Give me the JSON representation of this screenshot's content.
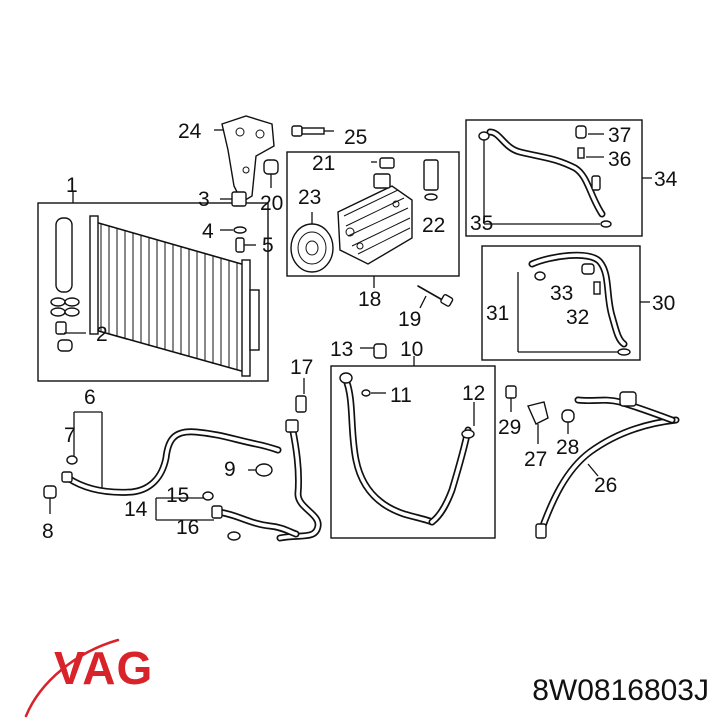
{
  "brand": {
    "name": "VAG",
    "color": "#d9232a"
  },
  "part_number": "8W0816803J",
  "labels": {
    "l1": "1",
    "l2": "2",
    "l3": "3",
    "l4": "4",
    "l5": "5",
    "l6": "6",
    "l7": "7",
    "l8": "8",
    "l9": "9",
    "l10": "10",
    "l11": "11",
    "l12": "12",
    "l13": "13",
    "l14": "14",
    "l15": "15",
    "l16": "16",
    "l17": "17",
    "l18": "18",
    "l19": "19",
    "l20": "20",
    "l21": "21",
    "l22": "22",
    "l23": "23",
    "l24": "24",
    "l25": "25",
    "l26": "26",
    "l27": "27",
    "l28": "28",
    "l29": "29",
    "l30": "30",
    "l31": "31",
    "l32": "32",
    "l33": "33",
    "l34": "34",
    "l35": "35",
    "l36": "36",
    "l37": "37"
  }
}
